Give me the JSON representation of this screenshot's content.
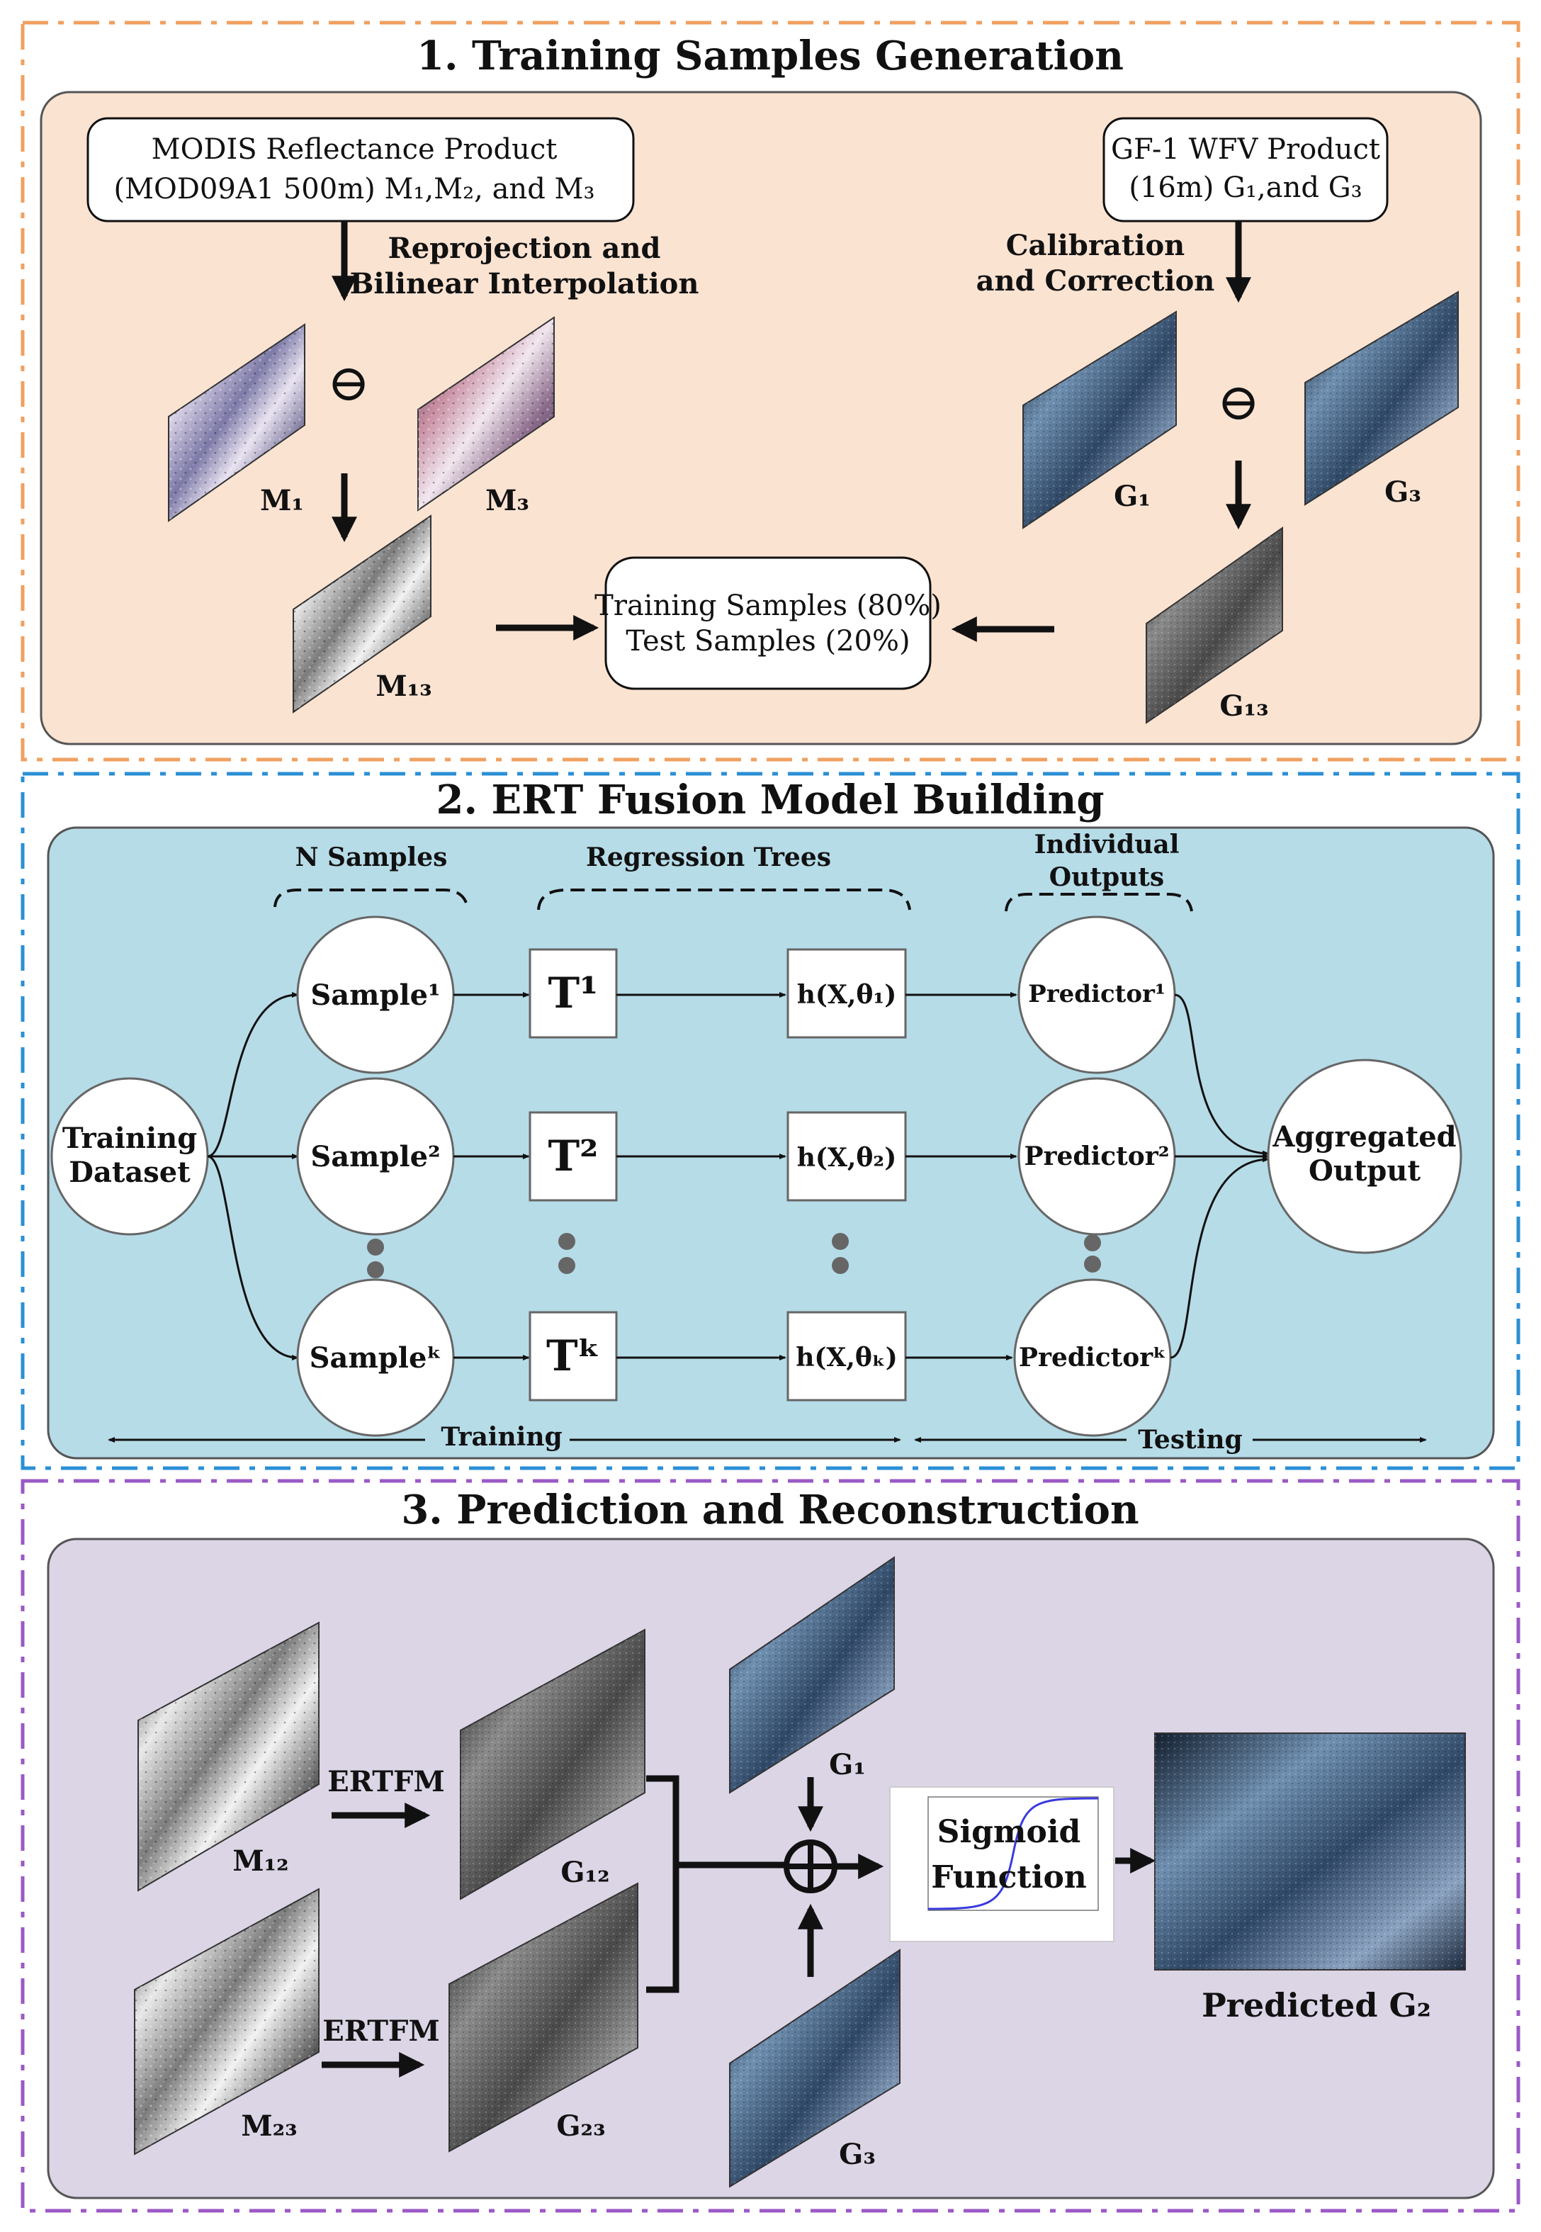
{
  "colors": {
    "s1_border": "#f0a060",
    "s1_fill": "#fbe3d2",
    "s2_border": "#2b8fd6",
    "s2_fill": "#b6dce8",
    "s3_border": "#9b59c6",
    "s3_fill": "#dcd5e6"
  },
  "section1": {
    "title": "1. Training Samples Generation",
    "modis_line1": "MODIS  Reflectance Product",
    "modis_line2": "(MOD09A1 500m) M₁,M₂, and M₃",
    "reproj_line1": "Reprojection and",
    "reproj_line2": "Bilinear Interpolation",
    "gf1_line1": "GF-1 WFV Product",
    "gf1_line2": "(16m) G₁,and G₃",
    "calib_line1": "Calibration",
    "calib_line2": "and Correction",
    "minus_symbol": "⊖",
    "m1": "M₁",
    "m3": "M₃",
    "m13": "M₁₃",
    "g1": "G₁",
    "g3": "G₃",
    "g13": "G₁₃",
    "samples_line1": "Training Samples (80%)",
    "samples_line2": "Test Samples (20%)"
  },
  "section2": {
    "title": "2. ERT Fusion Model Building",
    "n_samples": "N Samples",
    "regression_trees": "Regression Trees",
    "individual_line1": "Individual",
    "individual_line2": "Outputs",
    "training_line1": "Training",
    "training_line2": "Dataset",
    "sample1": "Sample¹",
    "sample2": "Sample²",
    "samplek": "Sampleᵏ",
    "t1": "T¹",
    "t2": "T²",
    "tk": "Tᵏ",
    "h1": "h(X,θ₁)",
    "h2": "h(X,θ₂)",
    "hk": "h(X,θₖ)",
    "pred1": "Predictor¹",
    "pred2": "Predictor²",
    "predk": "Predictorᵏ",
    "agg_line1": "Aggregated",
    "agg_line2": "Output",
    "training": "Training",
    "testing": "Testing"
  },
  "section3": {
    "title": "3. Prediction and Reconstruction",
    "m12": "M₁₂",
    "m23": "M₂₃",
    "ertfm_top": "ERTFM",
    "ertfm_bottom": "ERTFM",
    "g12": "G₁₂",
    "g23": "G₂₃",
    "g1": "G₁",
    "g3": "G₃",
    "oplus_symbol": "⊕",
    "sigmoid_line1": "Sigmoid",
    "sigmoid_line2": "Function",
    "predicted": "Predicted G₂"
  }
}
